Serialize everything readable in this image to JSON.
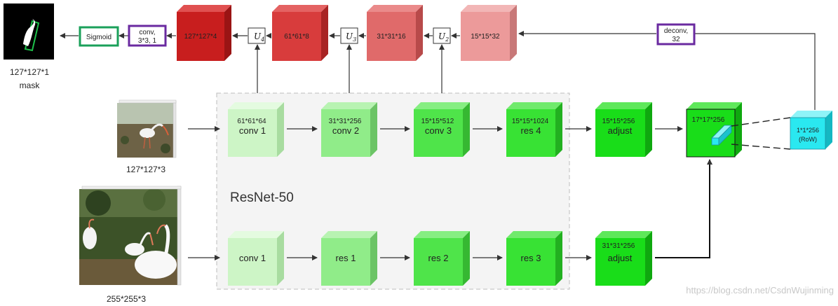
{
  "inputs": {
    "template_size": "127*127*3",
    "search_size": "255*255*3"
  },
  "output": {
    "size": "127*127*1",
    "label": "mask"
  },
  "backbone": {
    "label": "ResNet-50",
    "top_blocks": [
      {
        "dims": "61*61*64",
        "name": "conv 1"
      },
      {
        "dims": "31*31*256",
        "name": "conv 2"
      },
      {
        "dims": "15*15*512",
        "name": "conv 3"
      },
      {
        "dims": "15*15*1024",
        "name": "res 4"
      }
    ],
    "bottom_blocks": [
      {
        "name": "conv 1"
      },
      {
        "name": "res 1"
      },
      {
        "name": "res 2"
      },
      {
        "name": "res 3"
      }
    ]
  },
  "adjust": {
    "top": {
      "dims": "15*15*256",
      "name": "adjust"
    },
    "bottom": {
      "dims": "31*31*256",
      "name": "adjust"
    }
  },
  "correlation": {
    "dims": "17*17*256",
    "row": {
      "dims": "1*1*256",
      "name": "(RoW)"
    }
  },
  "refine": {
    "blocks": [
      "127*127*4",
      "61*61*8",
      "31*31*16",
      "15*15*32"
    ],
    "upsample_modules": [
      {
        "name": "U",
        "sub": "4"
      },
      {
        "name": "U",
        "sub": "3"
      },
      {
        "name": "U",
        "sub": "2"
      }
    ],
    "deconv": {
      "line1": "deconv,",
      "line2": "32"
    },
    "conv": {
      "line1": "conv,",
      "line2": "3*3, 1"
    },
    "sigmoid": "Sigmoid"
  },
  "watermark": "https://blog.csdn.net/CsdnWujinming",
  "colors": {
    "green_light": "#cdf5c6",
    "green_mid": "#90ec89",
    "green_bright": "#4fe44a",
    "green_pure": "#19dd19",
    "cyan": "#2ae8f0",
    "red_dark": "#c81e1e",
    "red_mid": "#d83c3c",
    "red_light": "#e06a6a",
    "red_pale": "#ec9a9a",
    "purple": "#6a2aa0",
    "sigmoid_green": "#1aa05a"
  }
}
